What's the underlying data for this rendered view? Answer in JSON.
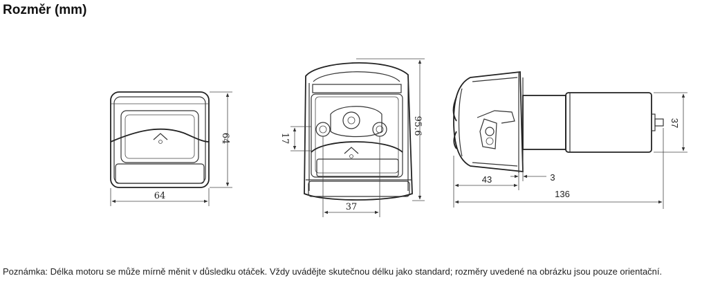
{
  "title": "Rozměr (mm)",
  "note": "Poznámka: Délka motoru se může mírně měnit v důsledku otáček. Vždy uvádějte skutečnou délku jako standard; rozměry uvedené na obrázku jsou pouze orientační.",
  "dimensions": {
    "front_width": "64",
    "front_height": "64",
    "head_height": "95.6",
    "tube_gap": "17",
    "roller_spacing": "37",
    "head_depth": "43",
    "flange": "3",
    "total_length": "136",
    "shaft_height": "37"
  }
}
